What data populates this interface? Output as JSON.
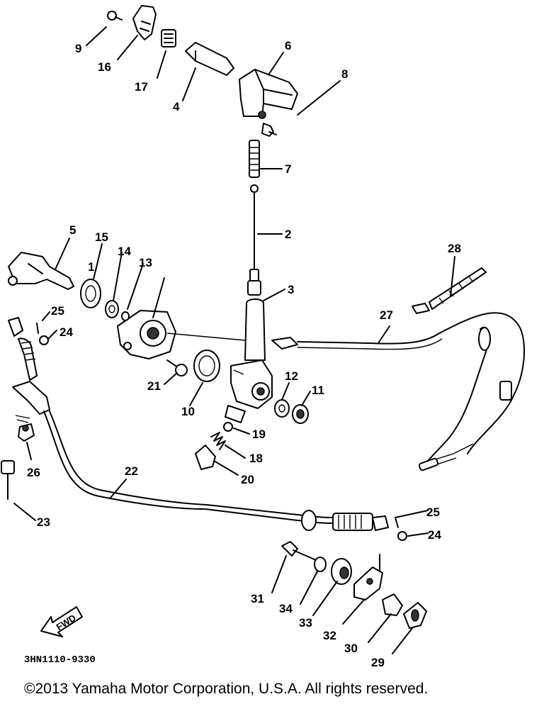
{
  "diagram": {
    "callouts": [
      {
        "id": "c1",
        "label": "1"
      },
      {
        "id": "c2",
        "label": "2"
      },
      {
        "id": "c3",
        "label": "3"
      },
      {
        "id": "c4",
        "label": "4"
      },
      {
        "id": "c5",
        "label": "5"
      },
      {
        "id": "c6",
        "label": "6"
      },
      {
        "id": "c7",
        "label": "7"
      },
      {
        "id": "c8",
        "label": "8"
      },
      {
        "id": "c9",
        "label": "9"
      },
      {
        "id": "c10",
        "label": "10"
      },
      {
        "id": "c11",
        "label": "11"
      },
      {
        "id": "c12",
        "label": "12"
      },
      {
        "id": "c13",
        "label": "13"
      },
      {
        "id": "c14",
        "label": "14"
      },
      {
        "id": "c15",
        "label": "15"
      },
      {
        "id": "c16",
        "label": "16"
      },
      {
        "id": "c17",
        "label": "17"
      },
      {
        "id": "c18",
        "label": "18"
      },
      {
        "id": "c19",
        "label": "19"
      },
      {
        "id": "c20",
        "label": "20"
      },
      {
        "id": "c21",
        "label": "21"
      },
      {
        "id": "c22",
        "label": "22"
      },
      {
        "id": "c23",
        "label": "23"
      },
      {
        "id": "c24a",
        "label": "24"
      },
      {
        "id": "c24b",
        "label": "24"
      },
      {
        "id": "c25a",
        "label": "25"
      },
      {
        "id": "c25b",
        "label": "25"
      },
      {
        "id": "c26",
        "label": "26"
      },
      {
        "id": "c27",
        "label": "27"
      },
      {
        "id": "c28",
        "label": "28"
      },
      {
        "id": "c29",
        "label": "29"
      },
      {
        "id": "c30",
        "label": "30"
      },
      {
        "id": "c31",
        "label": "31"
      },
      {
        "id": "c32",
        "label": "32"
      },
      {
        "id": "c33",
        "label": "33"
      },
      {
        "id": "c34",
        "label": "34"
      }
    ],
    "direction_label": "FWD",
    "diagram_code": "3HN1110-9330",
    "copyright": "©2013 Yamaha Motor Corporation, U.S.A. All rights reserved."
  }
}
